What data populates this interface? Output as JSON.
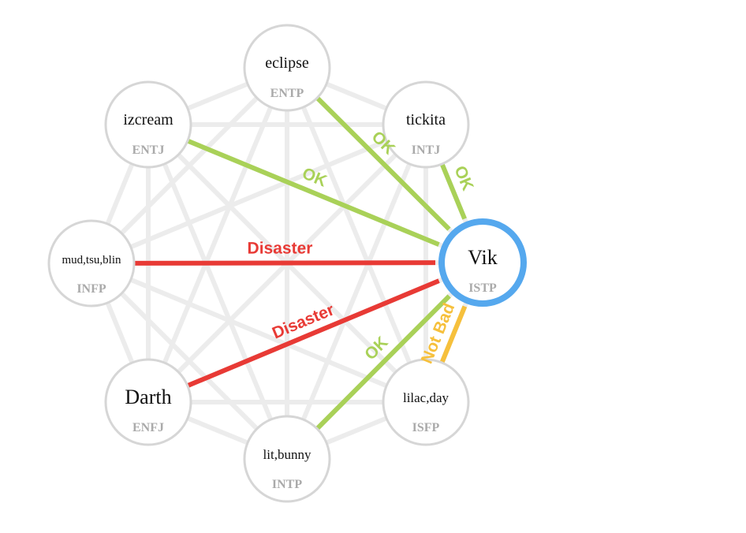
{
  "colors": {
    "background_edge": "#ececec",
    "node_border": "#d6d6d6",
    "node_fill": "#ffffff",
    "selected_border": "#55a8ee",
    "ok": "#a9d158",
    "disaster": "#e83a35",
    "not_bad": "#f6c03c",
    "name_text": "#111111",
    "type_text": "#aaaaaa"
  },
  "nodes": [
    {
      "id": "eclipse",
      "name": "eclipse",
      "type": "ENTP"
    },
    {
      "id": "tickita",
      "name": "tickita",
      "type": "INTJ"
    },
    {
      "id": "vik",
      "name": "Vik",
      "type": "ISTP",
      "selected": true
    },
    {
      "id": "lilac",
      "name": "lilac,day",
      "type": "ISFP"
    },
    {
      "id": "litbunny",
      "name": "lit,bunny",
      "type": "INTP"
    },
    {
      "id": "darth",
      "name": "Darth",
      "type": "ENFJ"
    },
    {
      "id": "mud",
      "name": "mud,tsu,blin",
      "type": "INFP"
    },
    {
      "id": "izcream",
      "name": "izcream",
      "type": "ENTJ"
    }
  ],
  "relations": [
    {
      "from": "vik",
      "to": "eclipse",
      "label": "OK",
      "kind": "ok"
    },
    {
      "from": "vik",
      "to": "tickita",
      "label": "OK",
      "kind": "ok"
    },
    {
      "from": "vik",
      "to": "izcream",
      "label": "OK",
      "kind": "ok"
    },
    {
      "from": "vik",
      "to": "mud",
      "label": "Disaster",
      "kind": "disaster"
    },
    {
      "from": "vik",
      "to": "darth",
      "label": "Disaster",
      "kind": "disaster"
    },
    {
      "from": "vik",
      "to": "litbunny",
      "label": "OK",
      "kind": "ok"
    },
    {
      "from": "vik",
      "to": "lilac",
      "label": "Not Bad",
      "kind": "not_bad"
    }
  ]
}
